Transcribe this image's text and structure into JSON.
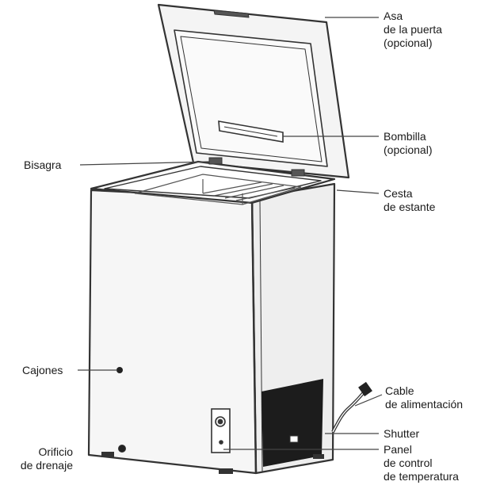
{
  "diagram": {
    "labels": {
      "door_handle": [
        "Asa",
        "de la puerta",
        "(opcional)"
      ],
      "bulb": [
        "Bombilla",
        "(opcional)"
      ],
      "hinge": [
        "Bisagra"
      ],
      "shelf_basket": [
        "Cesta",
        "de estante"
      ],
      "drawers": [
        "Cajones"
      ],
      "power_cable": [
        "Cable",
        "de alimentación"
      ],
      "shutter": [
        "Shutter"
      ],
      "drain_hole": [
        "Orificio",
        "de drenaje"
      ],
      "control_panel": [
        "Panel",
        "de control",
        "de temperatura"
      ]
    },
    "colors": {
      "line": "#333333",
      "fill": "#f4f4f4",
      "dark": "#1c1c1c"
    }
  }
}
